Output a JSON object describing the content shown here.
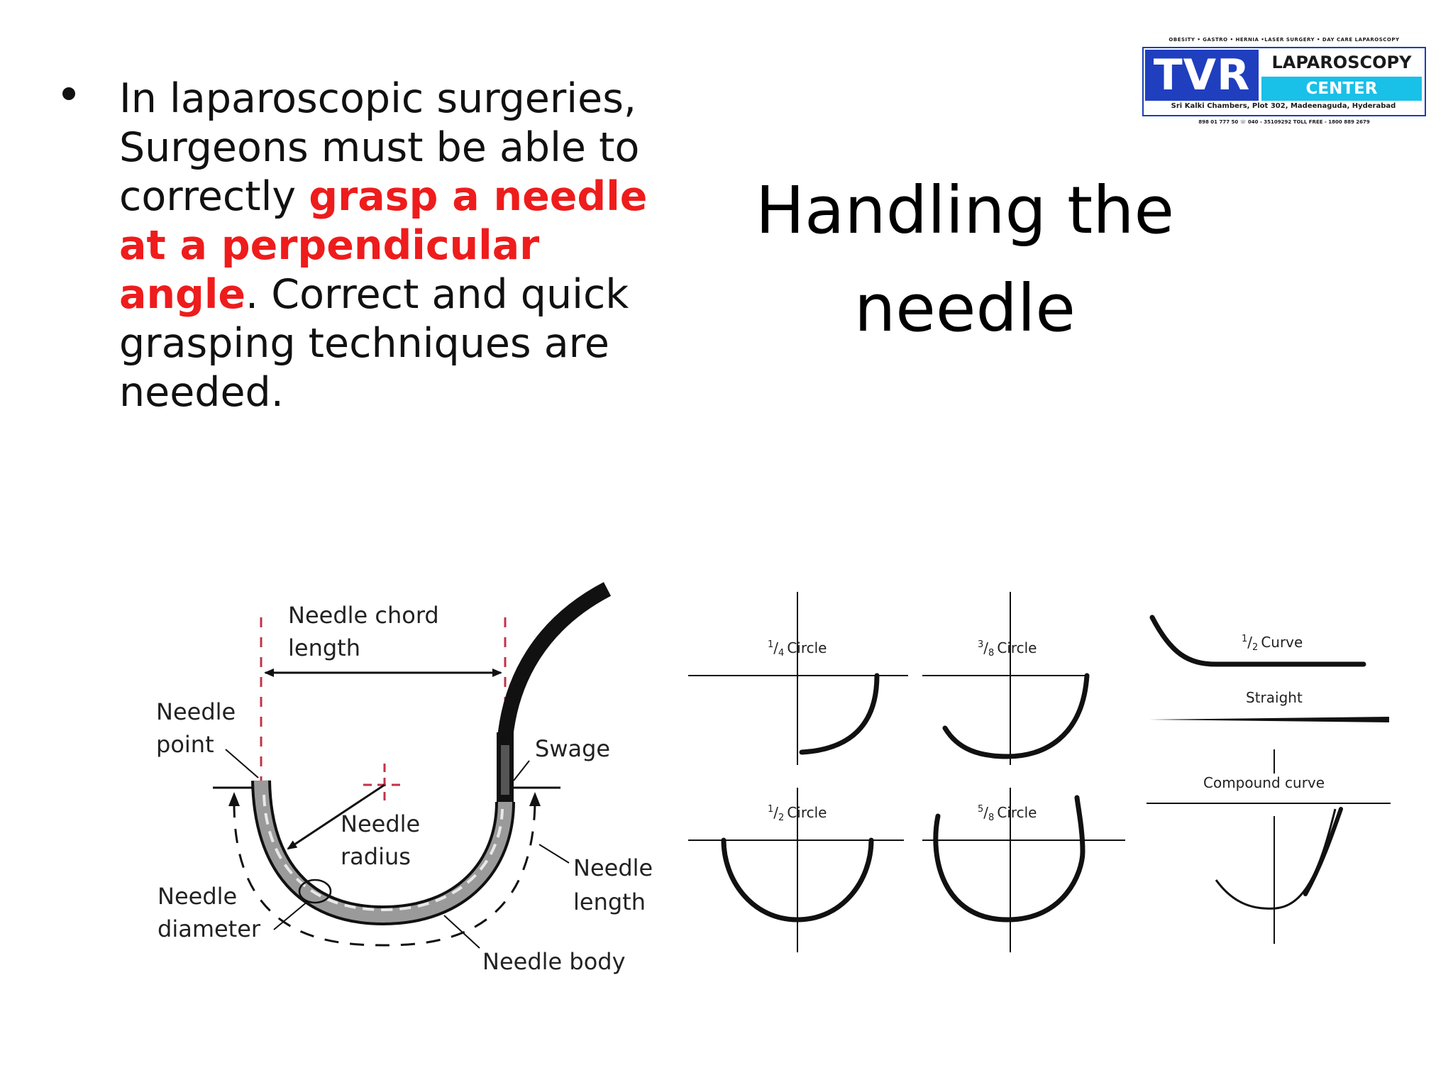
{
  "bullet": {
    "part1": "In laparoscopic surgeries, Surgeons must be able to correctly ",
    "highlight": "grasp a needle at a perpendicular angle",
    "part2": ". Correct and quick grasping techniques are needed."
  },
  "title": {
    "line1": "Handling the",
    "line2": "needle"
  },
  "logo": {
    "topline": "OBESITY • GASTRO • HERNIA •LASER SURGERY • DAY CARE LAPAROSCOPY",
    "brand": "TVR",
    "line1": "LAPAROSCOPY",
    "line2": "CENTER",
    "address": "Sri Kalki Chambers, Plot 302, Madeenaguda, Hyderabad",
    "phone": "898 01 777 50 ☏ 040 - 35109292 TOLL FREE - 1800 889 2679",
    "colors": {
      "brand_blue": "#1f3fbf",
      "accent_cyan": "#19c0e8"
    }
  },
  "anatomy": {
    "chord_line1": "Needle chord",
    "chord_line2": "length",
    "point_line1": "Needle",
    "point_line2": "point",
    "swage": "Swage",
    "radius_line1": "Needle",
    "radius_line2": "radius",
    "length_line1": "Needle",
    "length_line2": "length",
    "diameter_line1": "Needle",
    "diameter_line2": "diameter",
    "body": "Needle body"
  },
  "shapes": {
    "quarter_num": "1",
    "quarter_den": "4",
    "quarter_word": "Circle",
    "three_eighths_num": "3",
    "three_eighths_den": "8",
    "three_eighths_word": "Circle",
    "half_num": "1",
    "half_den": "2",
    "half_word": "Circle",
    "five_eighths_num": "5",
    "five_eighths_den": "8",
    "five_eighths_word": "Circle",
    "half_curve_num": "1",
    "half_curve_den": "2",
    "half_curve_word": "Curve",
    "straight": "Straight",
    "compound": "Compound curve"
  },
  "colors": {
    "highlight": "#ee1c1c",
    "dimension_guide": "#c0334b"
  }
}
